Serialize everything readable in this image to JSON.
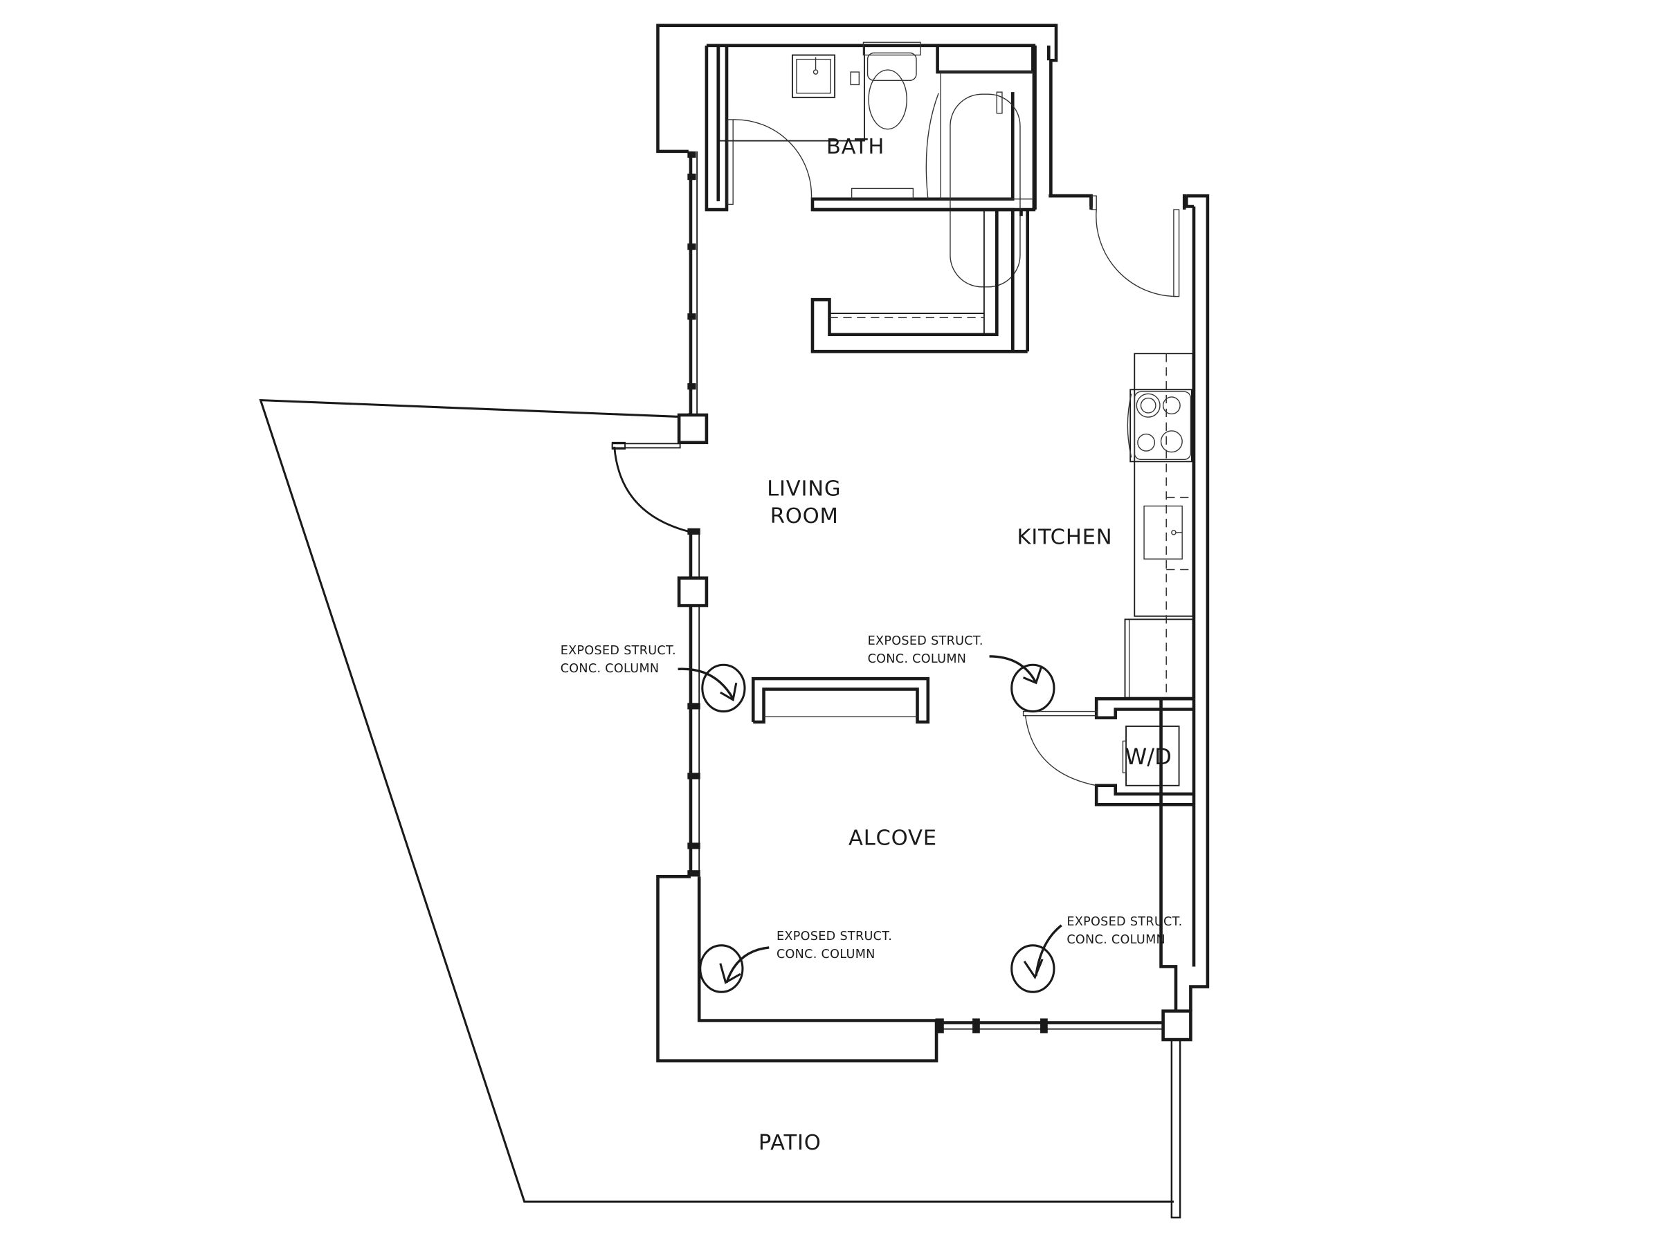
{
  "plan": {
    "type": "apartment floor plan",
    "rooms": {
      "bath": "BATH",
      "living_line1": "LIVING",
      "living_line2": "ROOM",
      "kitchen": "KITCHEN",
      "alcove": "ALCOVE",
      "patio": "PATIO",
      "washer_dryer": "W/D"
    },
    "annotations": [
      {
        "line1": "EXPOSED STRUCT.",
        "line2": "CONC. COLUMN",
        "location": "living-left"
      },
      {
        "line1": "EXPOSED STRUCT.",
        "line2": "CONC. COLUMN",
        "location": "living-right"
      },
      {
        "line1": "EXPOSED STRUCT.",
        "line2": "CONC. COLUMN",
        "location": "alcove-left"
      },
      {
        "line1": "EXPOSED STRUCT.",
        "line2": "CONC. COLUMN",
        "location": "alcove-right"
      }
    ],
    "fixtures": [
      "sink",
      "toilet",
      "bathtub",
      "cooktop",
      "kitchen-sink",
      "refrigerator",
      "washer-dryer",
      "closet-shelf",
      "half-wall"
    ],
    "colors": {
      "line": "#1a1a1a",
      "background": "#ffffff"
    }
  }
}
